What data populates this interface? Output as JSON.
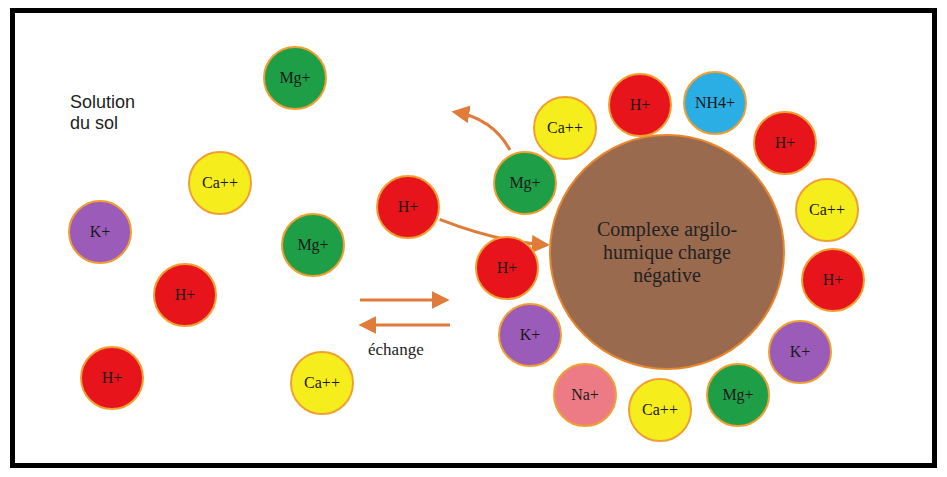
{
  "diagram": {
    "nodes": [
      {
        "text": [
          "Mg+"
        ]
      },
      {
        "text": [
          "Ca++"
        ]
      },
      {
        "text": [
          "K+"
        ]
      },
      {
        "text": [
          "H+"
        ]
      },
      {
        "text": [
          "Mg+"
        ]
      },
      {
        "text": [
          "H+"
        ]
      },
      {
        "text": [
          "H+"
        ]
      },
      {
        "text": [
          "Ca++"
        ]
      },
      {
        "text": [
          "Complexe argilo-humique charge négative"
        ]
      },
      {
        "text": [
          "Ca++"
        ]
      },
      {
        "text": [
          "H+"
        ]
      },
      {
        "text": [
          "NH4+"
        ]
      },
      {
        "text": [
          "H+"
        ]
      },
      {
        "text": [
          "Mg+"
        ]
      },
      {
        "text": [
          "Ca++"
        ]
      },
      {
        "text": [
          "H+"
        ]
      },
      {
        "text": [
          "H+"
        ]
      },
      {
        "text": [
          "K+"
        ]
      },
      {
        "text": [
          "K+"
        ]
      },
      {
        "text": [
          "Na+"
        ]
      },
      {
        "text": [
          "Mg+"
        ]
      },
      {
        "text": [
          "Ca++"
        ]
      }
    ],
    "edges": [
      {
        "from": 3,
        "to": 8,
        "arrow": "to"
      }
    ],
    "labels": [
      "Solution du sol",
      "échange"
    ]
  }
}
